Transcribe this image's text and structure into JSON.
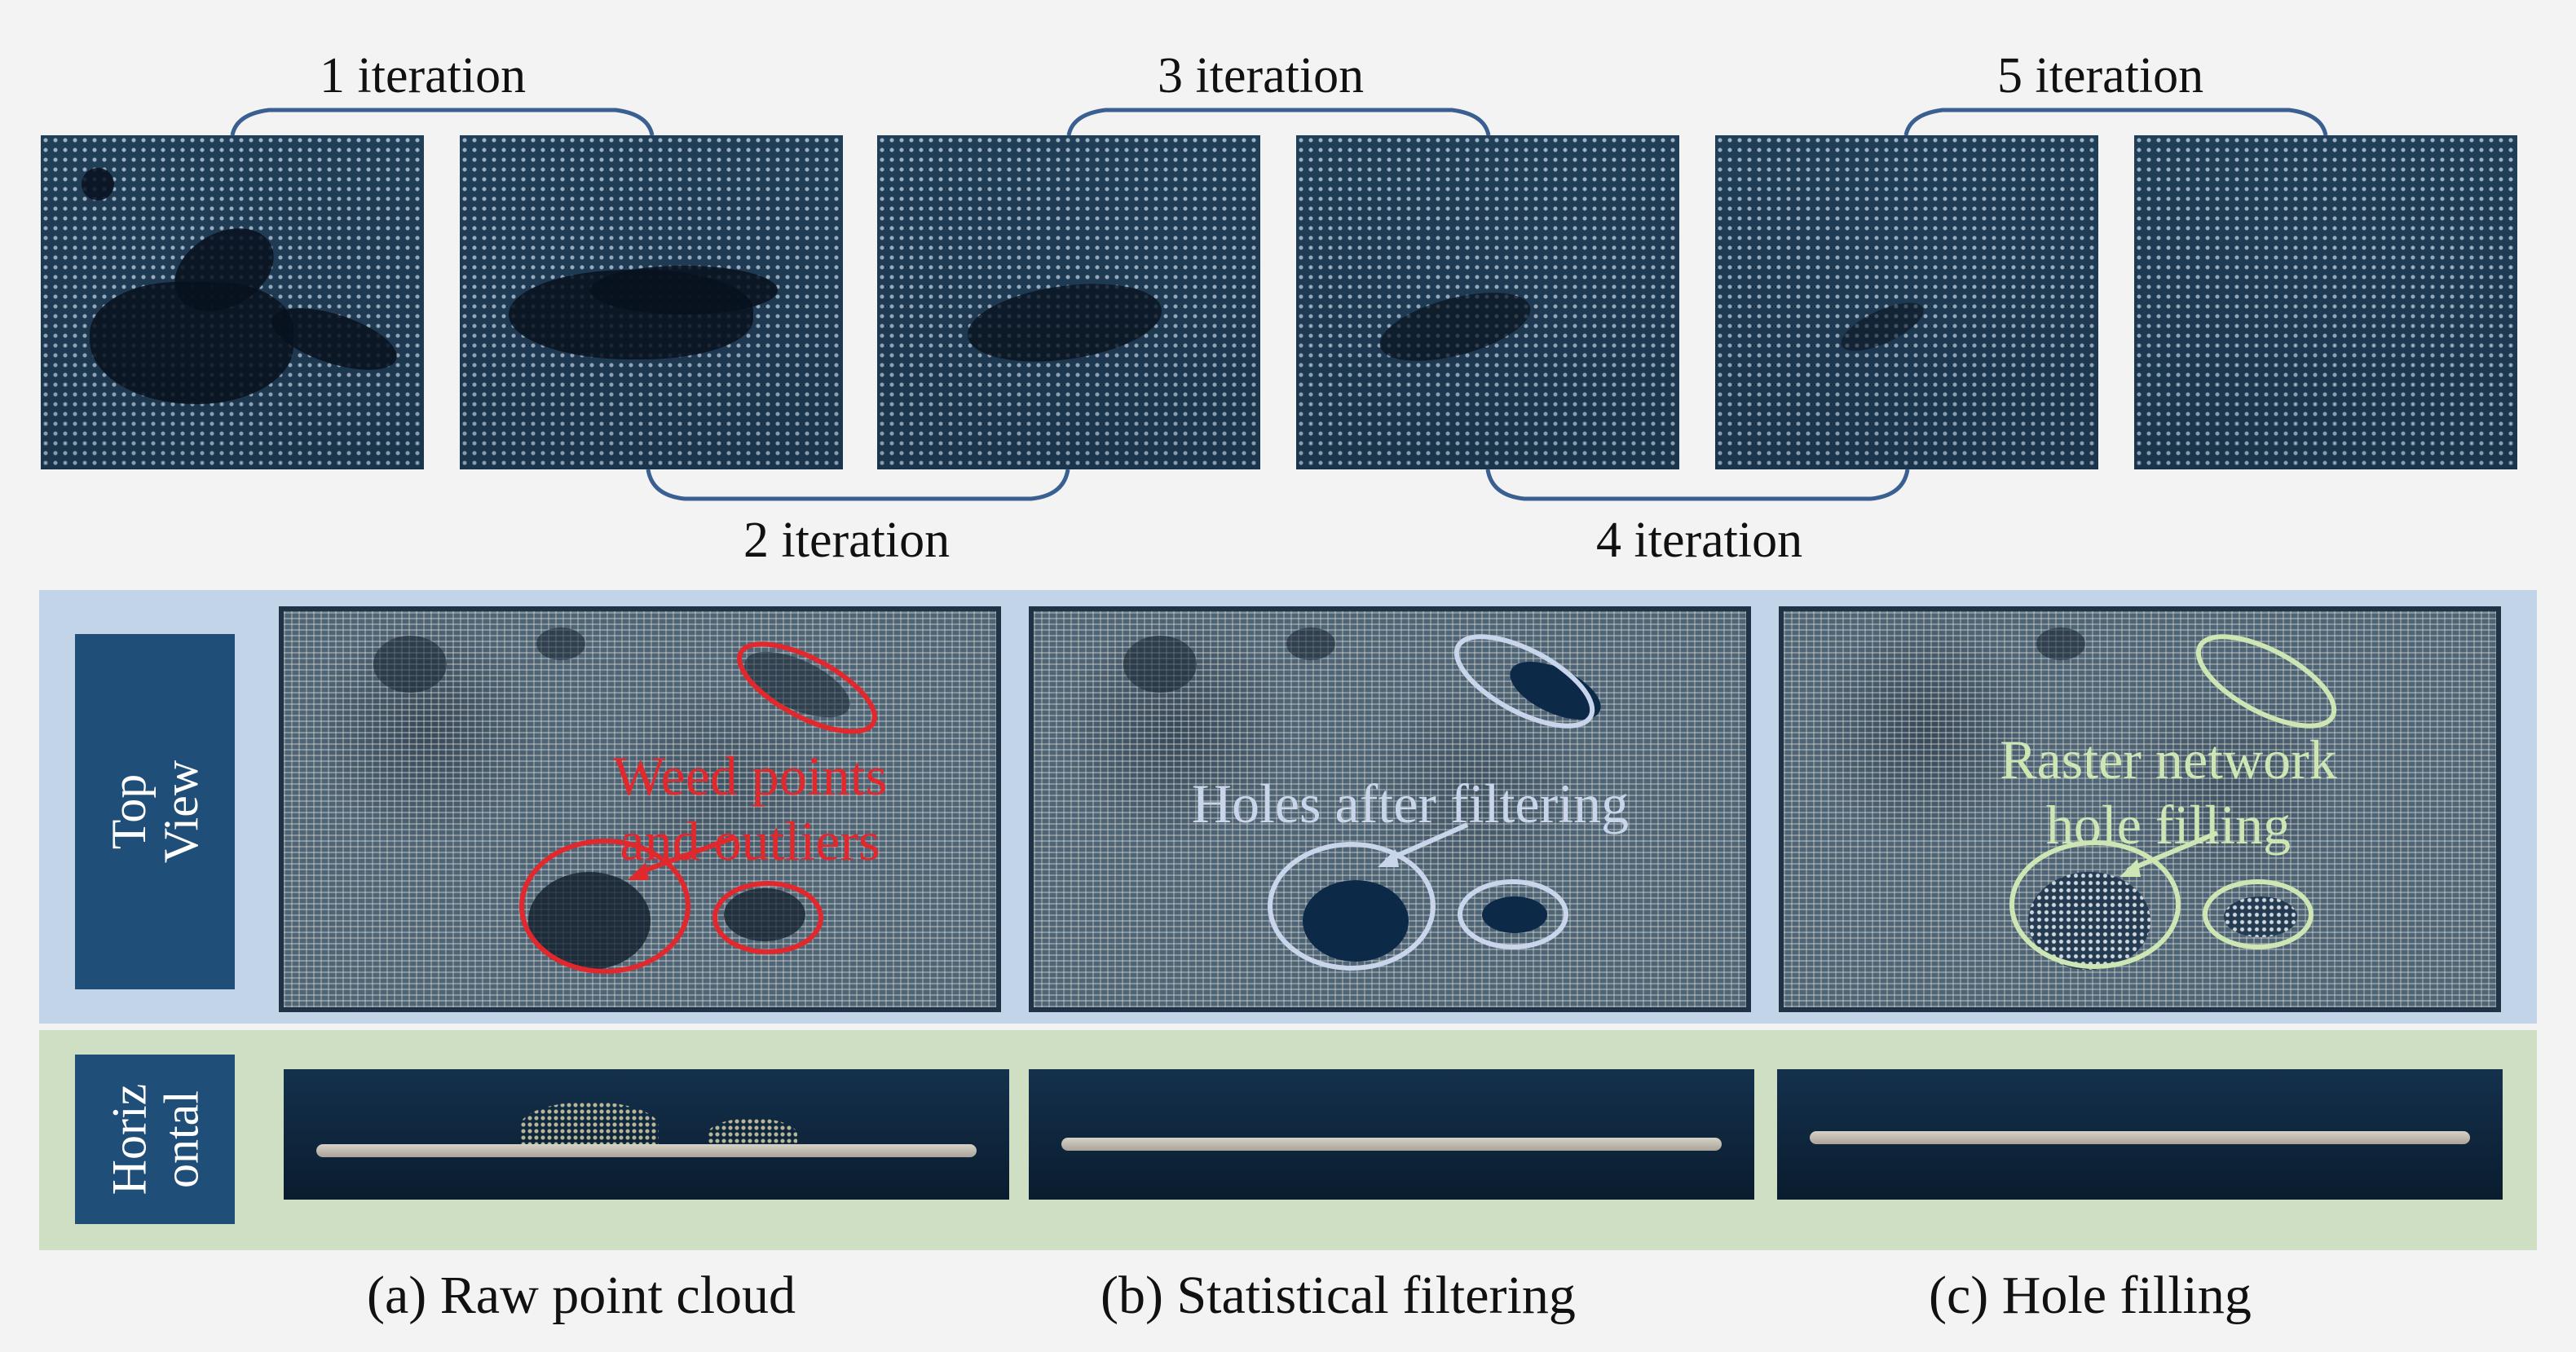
{
  "iterations": {
    "label_1": "1 iteration",
    "label_2": "2 iteration",
    "label_3": "3 iteration",
    "label_4": "4 iteration",
    "label_5": "5 iteration"
  },
  "row_labels": {
    "top_view": "Top\nView",
    "horizontal": "Horiz\nontal"
  },
  "annotations": {
    "raw": "Weed points\nand outliers",
    "filtered": "Holes after filtering",
    "filled": "Raster network\nhole filling"
  },
  "captions": {
    "a": "(a)   Raw point cloud",
    "b": "(b)   Statistical filtering",
    "c": "(c)   Hole filling"
  },
  "colors": {
    "tile_background": "#203c54",
    "arc_line": "#3a5f91",
    "row_tag": "#1f4e79",
    "top_panel": "#c2d4e8",
    "bottom_panel": "#cfdfc4",
    "raw_annotation": "#e0282d",
    "filter_annotation": "#c9d5ea",
    "filling_annotation": "#cde6b4"
  }
}
